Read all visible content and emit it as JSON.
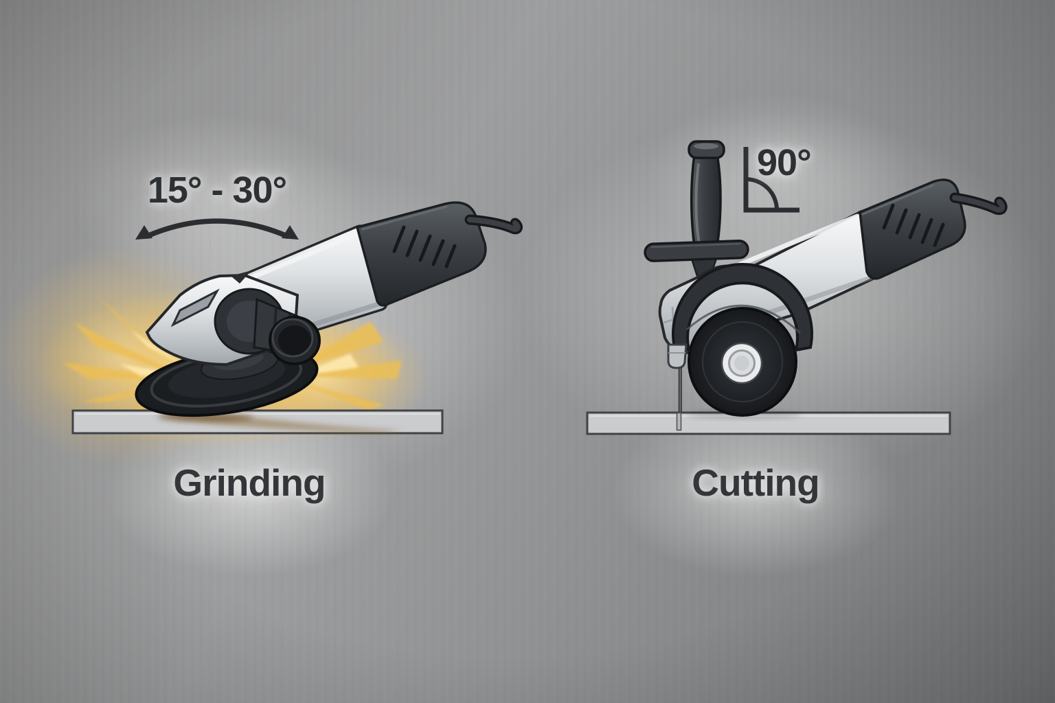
{
  "figure": {
    "type": "instructional-diagram",
    "subject": "angle-grinder-working-angles",
    "left_panel": {
      "angle_label": "15° - 30°",
      "caption": "Grinding"
    },
    "right_panel": {
      "angle_label": "90°",
      "caption": "Cutting"
    }
  },
  "colors": {
    "background_base": "#8f8f8f",
    "angle_label_text": "#2e3134",
    "caption_text": "#34363a",
    "spark_glow": "#f2c35e",
    "work_surface_fill": "#c9cccf",
    "work_surface_border": "#42464a",
    "tool_body_light": "#e3e6e8",
    "tool_grip_dark": "#3b3f44",
    "disc_dark": "#1e2125"
  }
}
